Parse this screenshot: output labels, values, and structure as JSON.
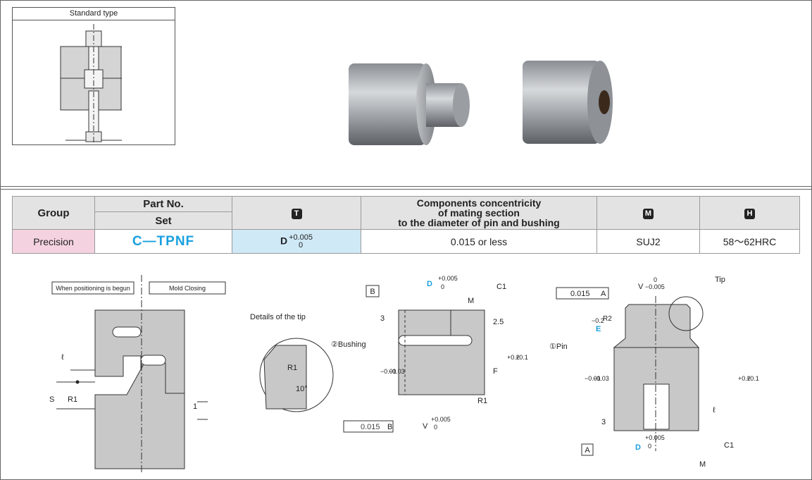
{
  "diagram_thumb": {
    "title": "Standard type"
  },
  "table": {
    "headers": {
      "group": "Group",
      "part_no": "Part No.",
      "set": "Set",
      "type_icon": "T",
      "concentricity": [
        "Components concentricity",
        "of mating section",
        "to the diameter of pin and bushing"
      ],
      "material_icon": "M",
      "hardness_icon": "H"
    },
    "row": {
      "group": "Precision",
      "part_no": "C—TPNF",
      "type_label": "D",
      "type_tol_upper": "+0.005",
      "type_tol_lower": "0",
      "concentricity": "0.015 or less",
      "material": "SUJ2",
      "hardness": "58～62HRC"
    }
  },
  "drawing": {
    "positioning_label": "When positioning is begun",
    "mold_closing_label": "Mold Closing",
    "details_tip_label": "Details of the tip",
    "bushing_label": "②Bushing",
    "pin_label": "①Pin",
    "tip_label": "Tip",
    "c1_label": "C1",
    "m_label": "M",
    "r1_label": "R1",
    "r2_label": "R2",
    "l1_label": "ℓ",
    "s_label": "S",
    "f_label": "F",
    "e_label": "E",
    "v_label": "V",
    "d_label": "D",
    "a_label": "A",
    "b_label": "B",
    "tol_plus005": "+0.005",
    "tol_zero": "0",
    "tol_minus005": "−0.005",
    "tol_minus002": "−0.2",
    "tol_d_upper": "−0.01",
    "tol_d_lower": "−0.03",
    "tol_l_upper": "+0.2",
    "tol_l_lower": "+0.1",
    "concentricity_value": "0.015",
    "dim_3": "3",
    "dim_25": "2.5",
    "dim_1": "1",
    "angle_10": "10°",
    "dim_l": "ℓ"
  },
  "colors": {
    "accent_blue": "#1aa0e0",
    "pink": "#f5d2e0",
    "light_blue": "#cfe9f7",
    "gray_fill": "#c8c8c8"
  }
}
